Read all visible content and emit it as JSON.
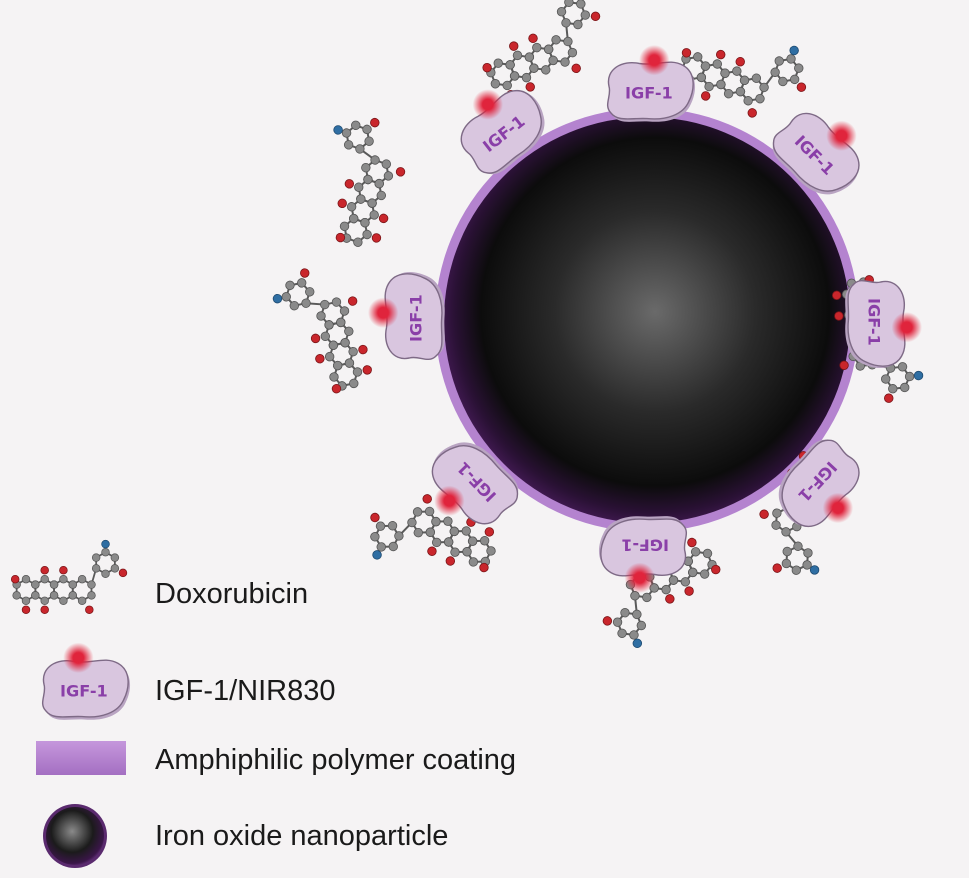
{
  "protein_label": "IGF-1",
  "legend": {
    "doxorubicin": "Doxorubicin",
    "igf1_nir830": "IGF-1/NIR830",
    "polymer_coating": "Amphiphilic polymer coating",
    "iron_oxide": "Iron oxide nanoparticle"
  },
  "colors": {
    "background": "#f5f3f4",
    "coating": "#b483cf",
    "protein_fill": "#d9c6df",
    "protein_text": "#8a3fa8",
    "nir_dye": "#e0243c",
    "atom_carbon": "#8a8a8a",
    "atom_oxygen": "#c9262c",
    "atom_nitrogen": "#2f6ea3",
    "core_center": "#6a6a6a",
    "core_edge": "#0c0c0c",
    "core_shell": "#4b1d5e"
  }
}
